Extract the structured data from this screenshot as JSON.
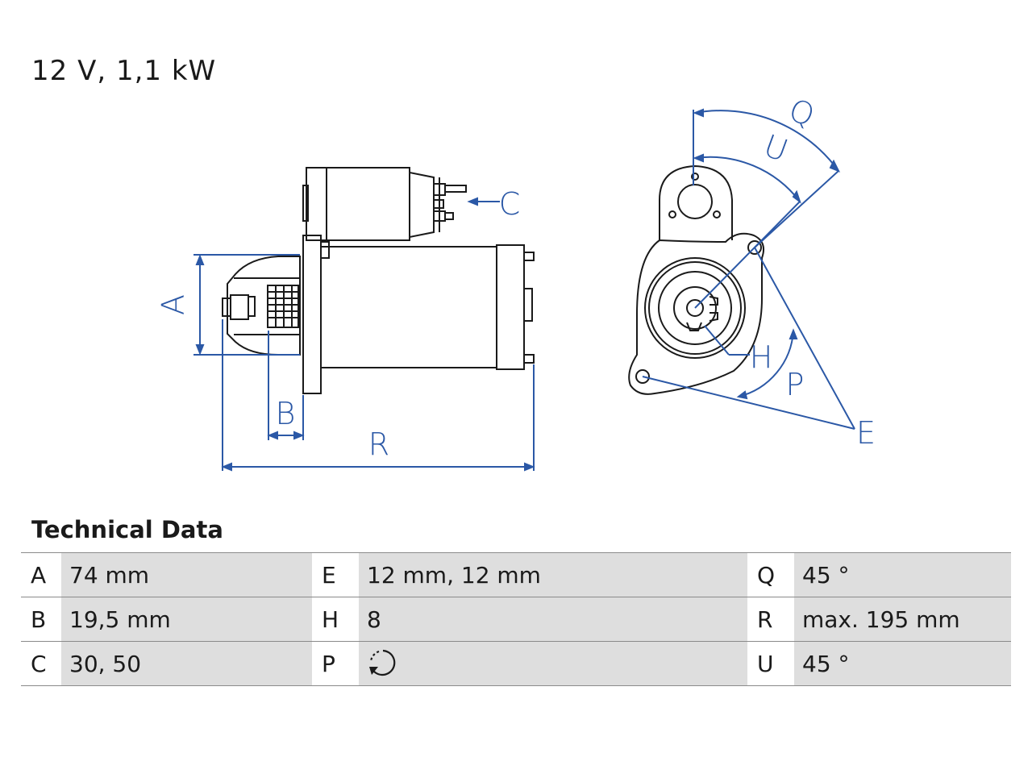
{
  "header": {
    "rating": "12 V, 1,1 kW"
  },
  "drawing": {
    "labels": {
      "A": "A",
      "B": "B",
      "C": "C",
      "R": "R",
      "Q": "Q",
      "U": "U",
      "H": "H",
      "P": "P",
      "E": "E"
    },
    "line_color": "#2b58a6",
    "outline_color": "#1a1a1a"
  },
  "technical_data": {
    "title": "Technical Data",
    "rows": [
      {
        "k1": "A",
        "v1": "74 mm",
        "k2": "E",
        "v2": "12 mm, 12 mm",
        "k3": "Q",
        "v3": "45 °"
      },
      {
        "k1": "B",
        "v1": "19,5 mm",
        "k2": "H",
        "v2": "8",
        "k3": "R",
        "v3": "max. 195 mm"
      },
      {
        "k1": "C",
        "v1": "30, 50",
        "k2": "P",
        "v2_icon": "rotation-direction-icon",
        "k3": "U",
        "v3": "45 °"
      }
    ]
  }
}
